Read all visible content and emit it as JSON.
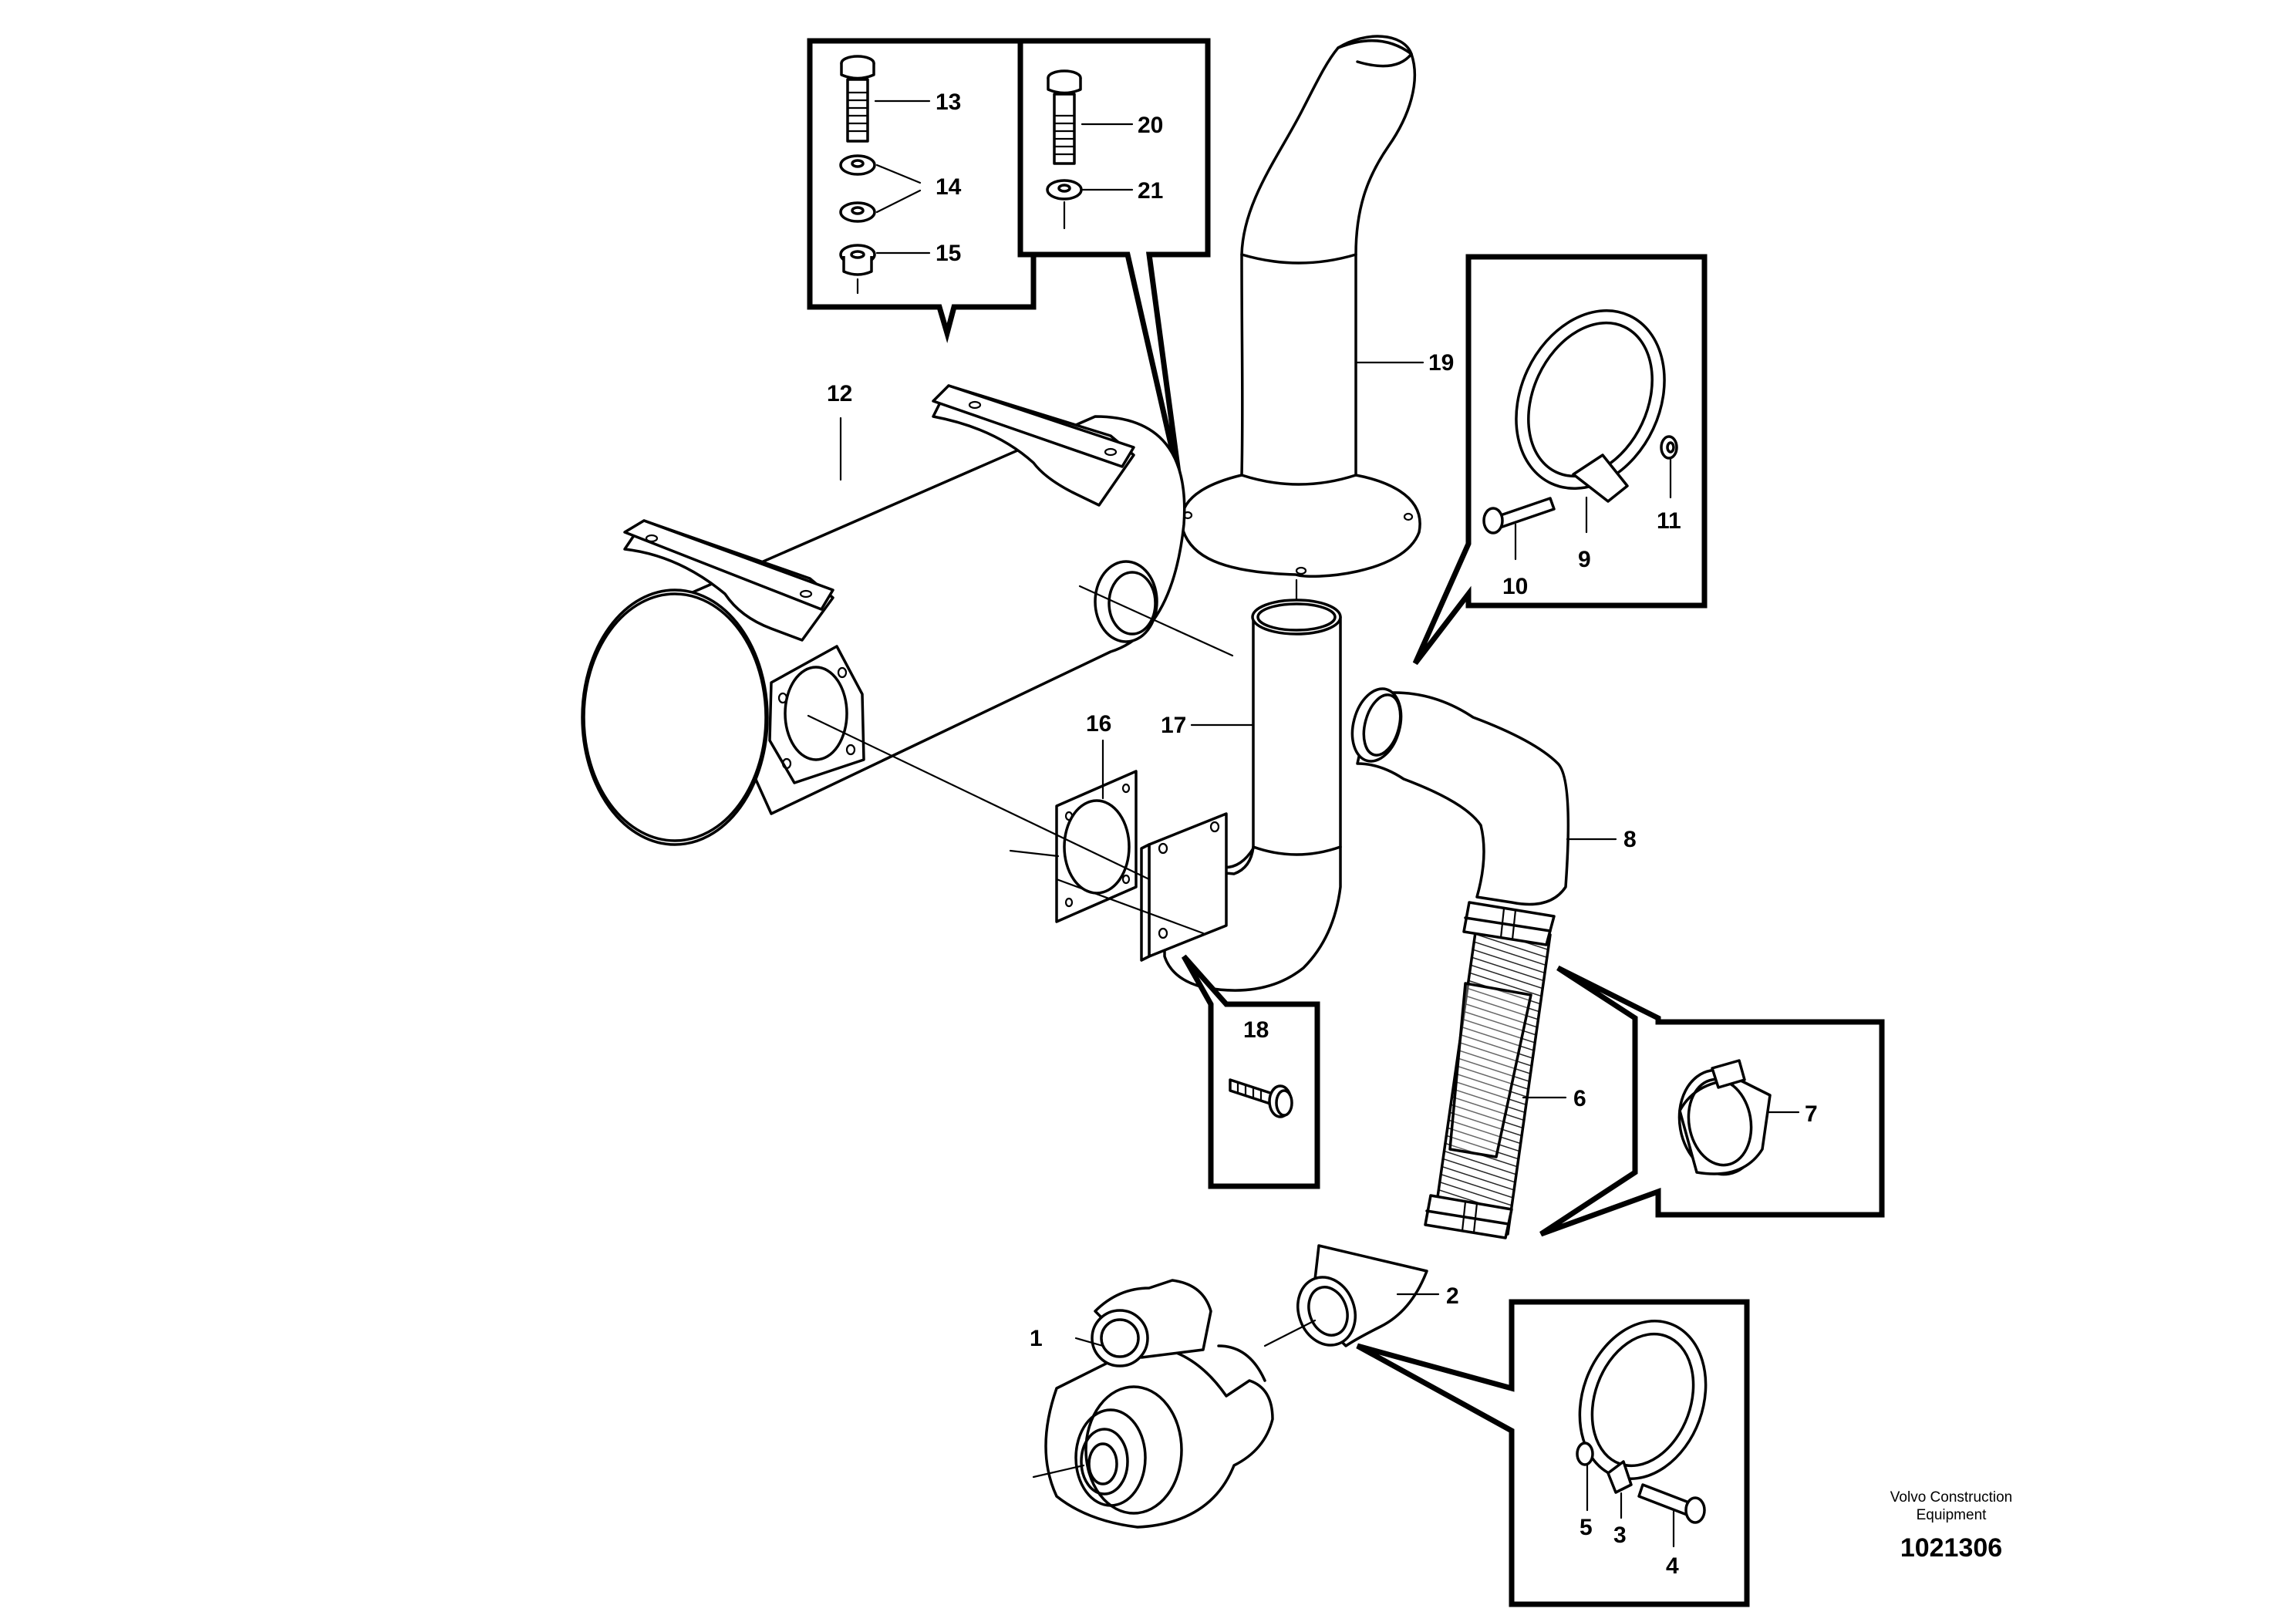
{
  "labels": {
    "p1": "1",
    "p2": "2",
    "p3": "3",
    "p4": "4",
    "p5": "5",
    "p6": "6",
    "p7": "7",
    "p8": "8",
    "p9": "9",
    "p10": "10",
    "p11": "11",
    "p12": "12",
    "p13": "13",
    "p14": "14",
    "p15": "15",
    "p16": "16",
    "p17": "17",
    "p18": "18",
    "p19": "19",
    "p20": "20",
    "p21": "21"
  },
  "footer": {
    "company_line1": "Volvo Construction",
    "company_line2": "Equipment",
    "document_number": "1021306"
  }
}
